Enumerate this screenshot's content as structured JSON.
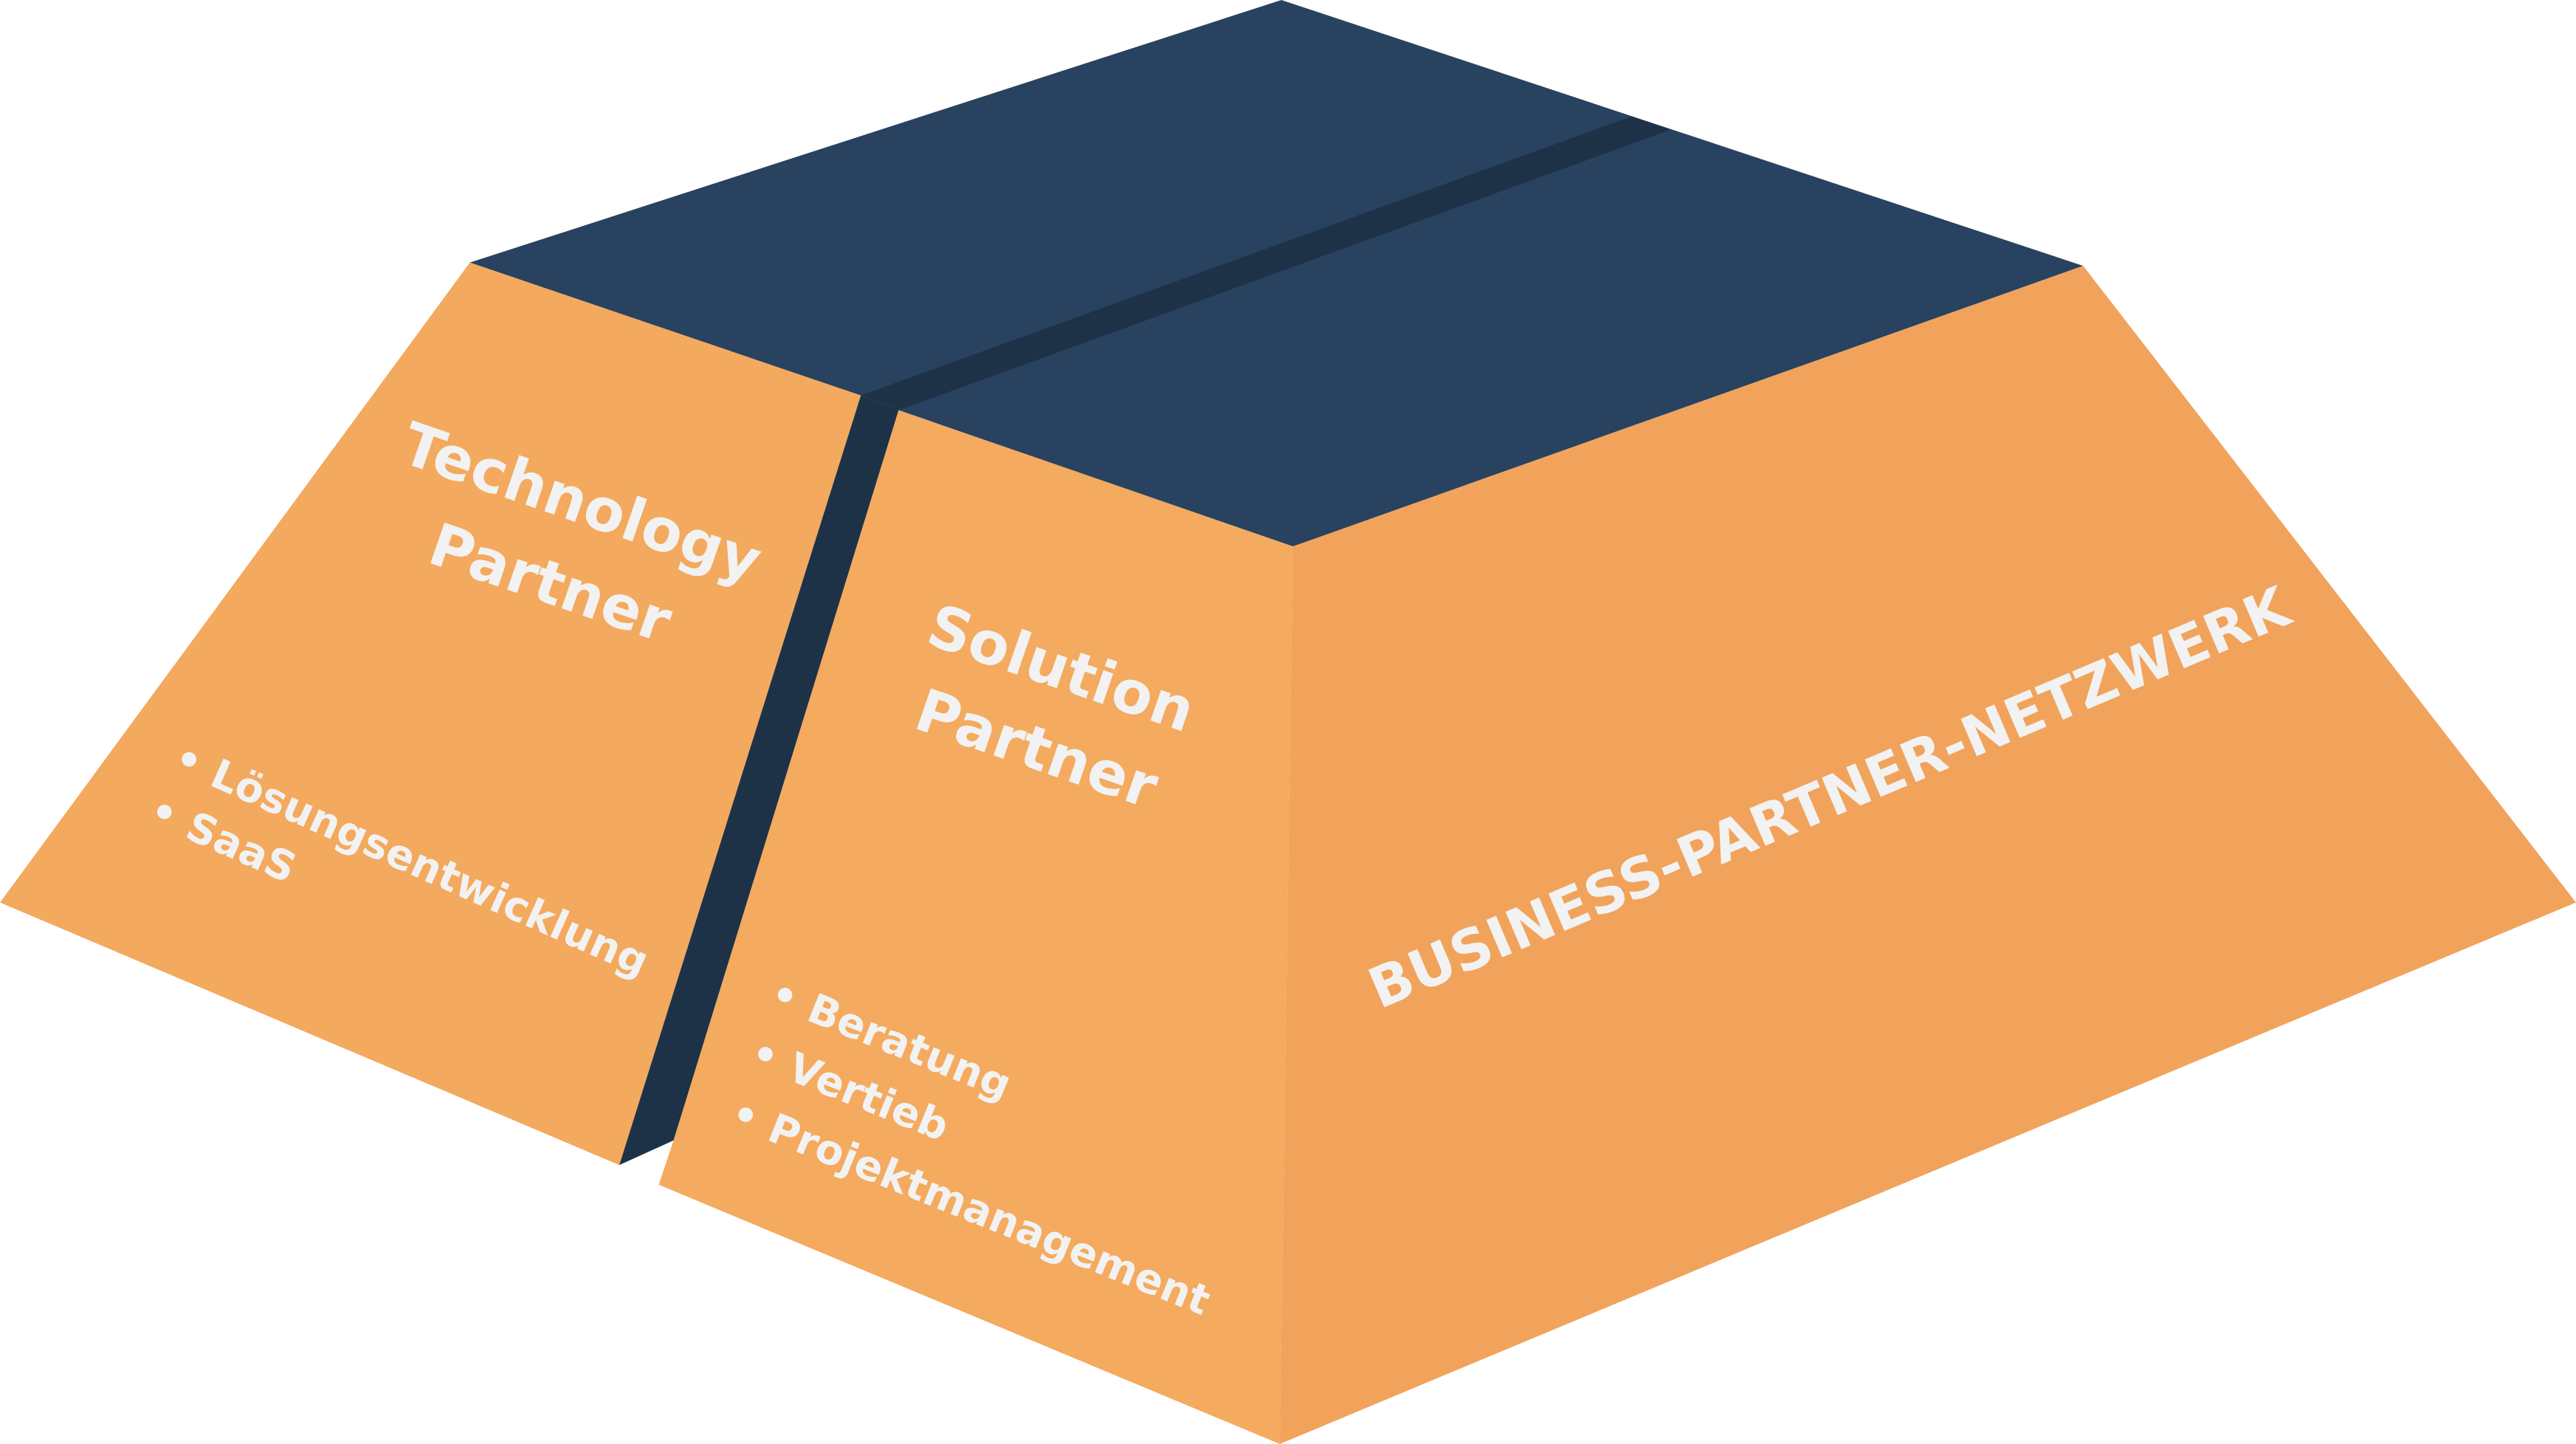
{
  "diagram": {
    "technology_partner": {
      "title_line1": "Technology",
      "title_line2": "Partner",
      "bullets": [
        "• Lösungsentwicklung",
        "• SaaS"
      ]
    },
    "solution_partner": {
      "title_line1": "Solution",
      "title_line2": "Partner",
      "bullets": [
        "• Beratung",
        "• Vertieb",
        "• Projektmanagement"
      ]
    },
    "network_label": "BUSINESS-PARTNER-NETZWERK",
    "colors": {
      "top_face": "#284260",
      "top_groove": "#1e3247",
      "gap": "#1e3247",
      "left_face": "#f3a95e",
      "middle_face": "#f4aa5f",
      "right_face": "#f1a35c",
      "text": "#f2f2f2"
    }
  }
}
